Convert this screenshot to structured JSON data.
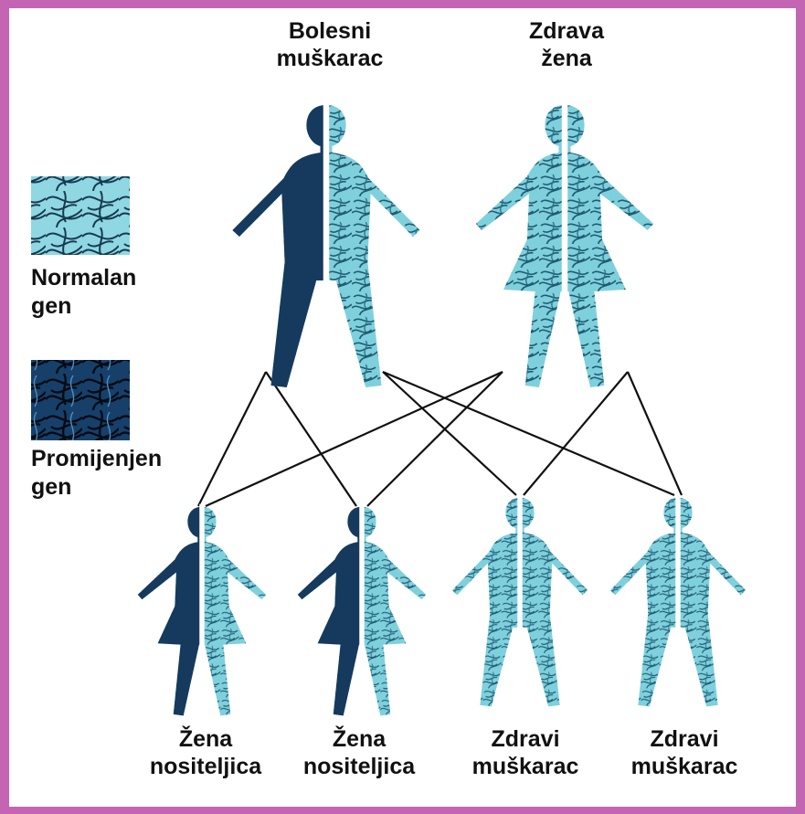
{
  "colors": {
    "border": "#c465b3",
    "normal_gene": "#7fd0dd",
    "changed_gene": "#143a62",
    "connector": "#111111"
  },
  "parents": {
    "father": {
      "line1": "Bolesni",
      "line2": "muškarac"
    },
    "mother": {
      "line1": "Zdrava",
      "line2": "žena"
    }
  },
  "legend": {
    "normal": {
      "line1": "Normalan",
      "line2": "gen",
      "icon": "normal-gene-swatch"
    },
    "changed": {
      "line1": "Promijenjen",
      "line2": "gen",
      "icon": "changed-gene-swatch"
    }
  },
  "children": [
    {
      "line1": "Žena",
      "line2": "nositeljica",
      "left_gene": "changed",
      "right_gene": "normal"
    },
    {
      "line1": "Žena",
      "line2": "nositeljica",
      "left_gene": "changed",
      "right_gene": "normal"
    },
    {
      "line1": "Zdravi",
      "line2": "muškarac",
      "left_gene": "normal",
      "right_gene": "normal"
    },
    {
      "line1": "Zdravi",
      "line2": "muškarac",
      "left_gene": "normal",
      "right_gene": "normal"
    }
  ]
}
